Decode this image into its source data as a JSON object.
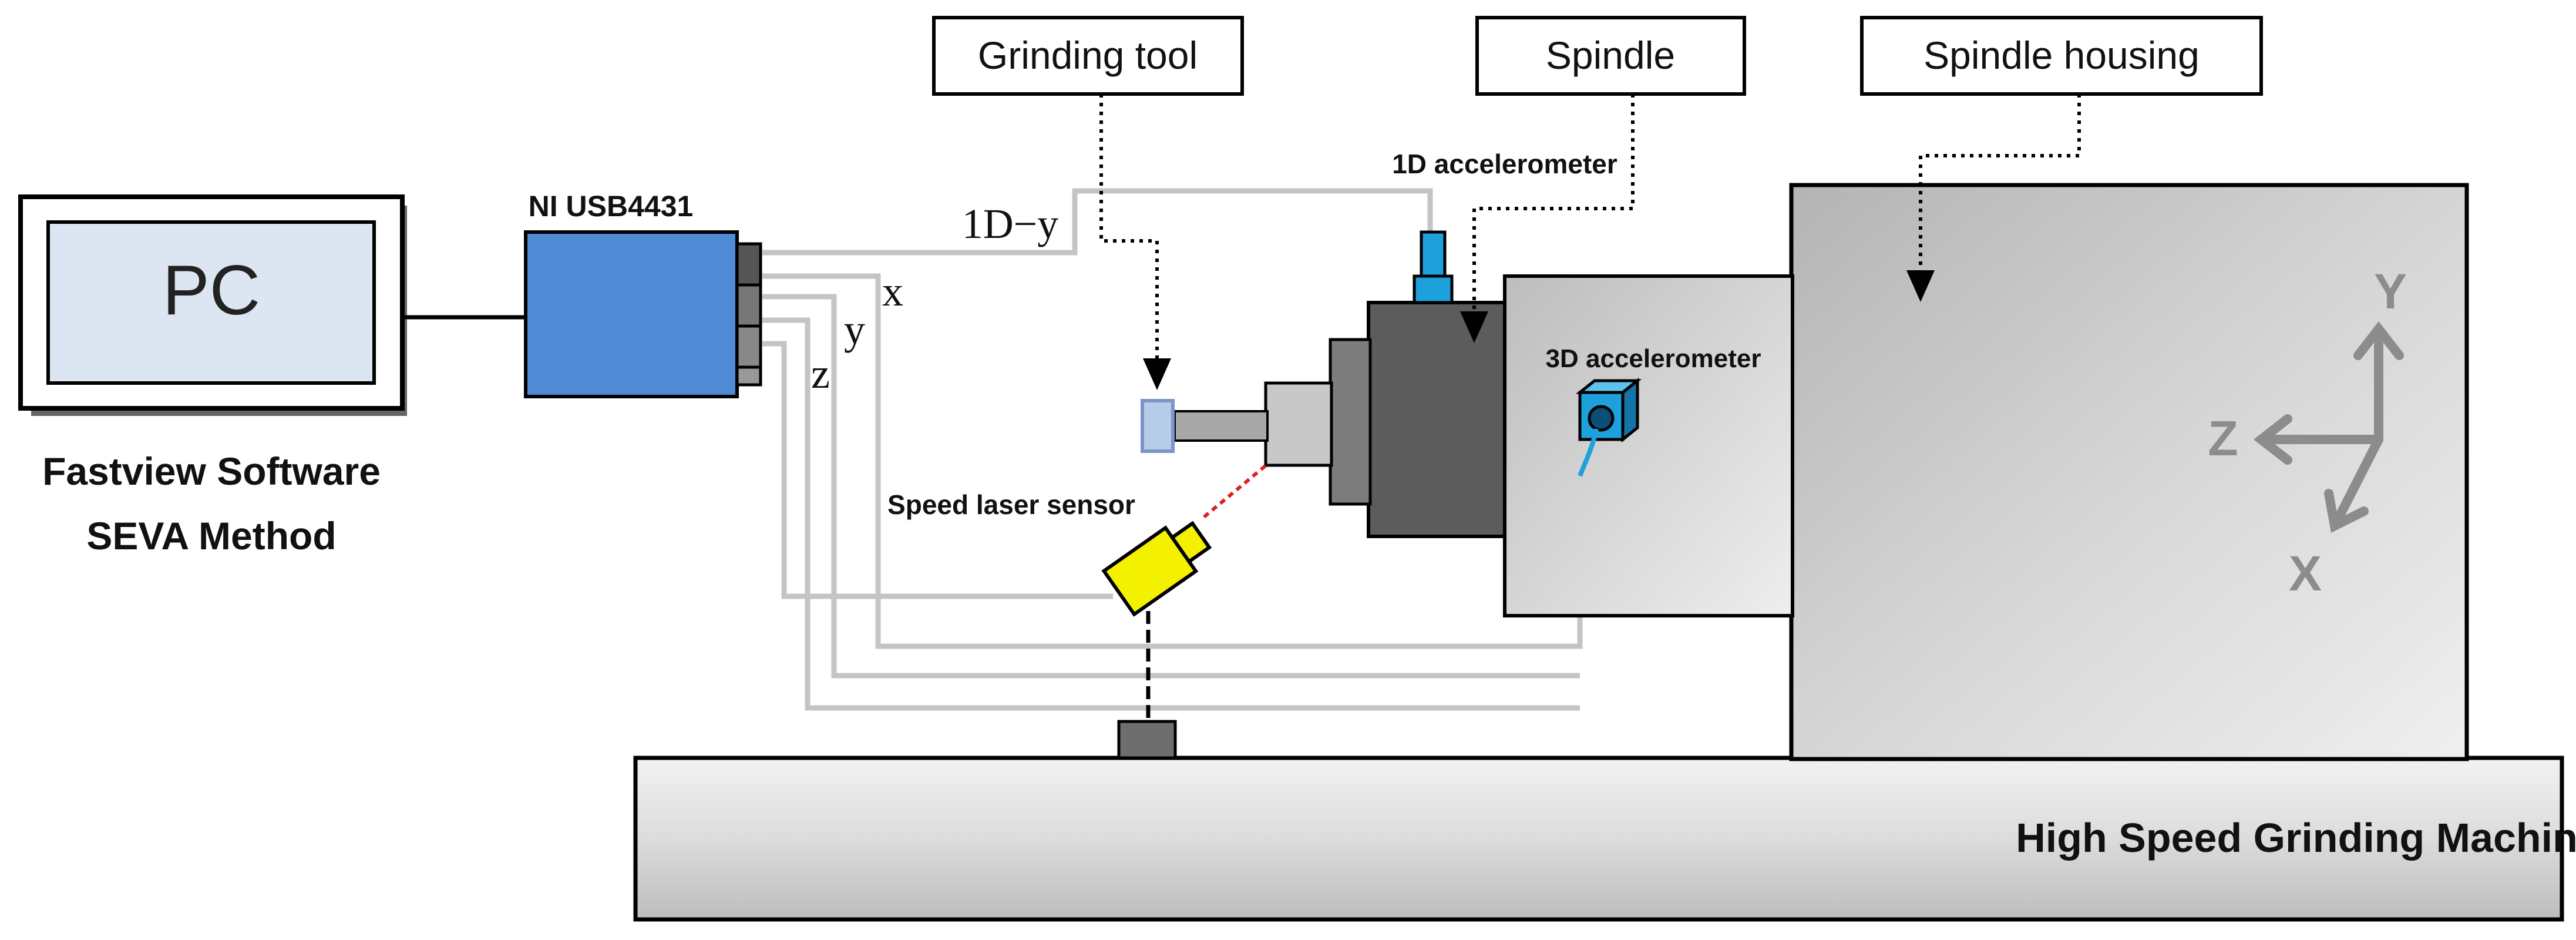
{
  "labels": {
    "pc": "PC",
    "software_line1": "Fastview Software",
    "software_line2": "SEVA Method",
    "daq": "NI USB4431",
    "grinding_tool": "Grinding tool",
    "spindle": "Spindle",
    "spindle_housing": "Spindle housing",
    "accel_1d": "1D accelerometer",
    "accel_3d": "3D accelerometer",
    "speed_sensor": "Speed laser sensor",
    "machine": "High Speed Grinding Machine",
    "channel_1d": "1D−y",
    "channel_x": "x",
    "channel_y": "y",
    "channel_z": "z",
    "axis_y": "Y",
    "axis_z": "Z",
    "axis_x": "X"
  },
  "colors": {
    "daq_blue": "#4f8ad5",
    "sensor_blue": "#1ea0dc",
    "laser_yellow": "#f3f000",
    "laser_beam": "#e02020",
    "cable_gray": "#c4c4c4",
    "axis_gray": "#8c8c8c",
    "pc_screen": "#dce6f2"
  }
}
